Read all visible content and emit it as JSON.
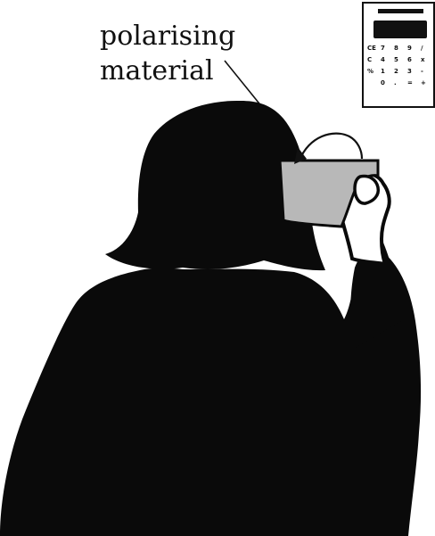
{
  "label": {
    "line1": "polarising",
    "line2": "material"
  },
  "calculator": {
    "icon": "calculator-icon",
    "keys": [
      [
        "CE",
        "7",
        "8",
        "9",
        "/"
      ],
      [
        "C",
        "4",
        "5",
        "6",
        "x"
      ],
      [
        "%",
        "1",
        "2",
        "3",
        "-"
      ],
      [
        "",
        "0",
        ".",
        "=",
        "+"
      ]
    ]
  },
  "colors": {
    "silhouette": "#0a0a0a",
    "filter": "#b8b8b8",
    "background": "#ffffff"
  }
}
